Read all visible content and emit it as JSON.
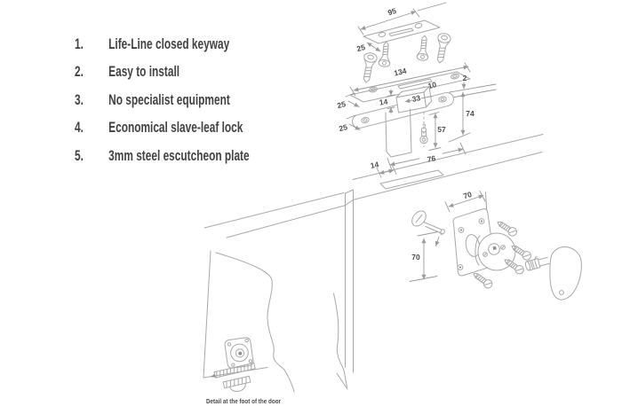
{
  "page": {
    "background": "#ffffff"
  },
  "features": {
    "items": [
      {
        "num": "1.",
        "text": "Life-Line closed keyway"
      },
      {
        "num": "2.",
        "text": "Easy to install"
      },
      {
        "num": "3.",
        "text": "No specialist equipment"
      },
      {
        "num": "4.",
        "text": "Economical slave-leaf lock"
      },
      {
        "num": "5.",
        "text": "3mm steel escutcheon plate"
      }
    ]
  },
  "diagram": {
    "caption": "Detail at the foot of the door",
    "colors": {
      "line": "#a8a8a8",
      "dim_line": "#9a9a9a",
      "text": "#4c4c4c"
    },
    "dims": {
      "strike_plate_length": "95",
      "strike_plate_width": "25",
      "plate_length": "134",
      "slot_width": "10",
      "plate_thickness": "2",
      "case_height": "14",
      "case_length": "33",
      "plate_end_width": "25",
      "leaf_plate_width": "25",
      "total_height": "74",
      "bolt_height": "57",
      "body_length": "76",
      "body_offset": "14",
      "esc_plate_width": "70",
      "esc_plate_height": "70"
    }
  }
}
